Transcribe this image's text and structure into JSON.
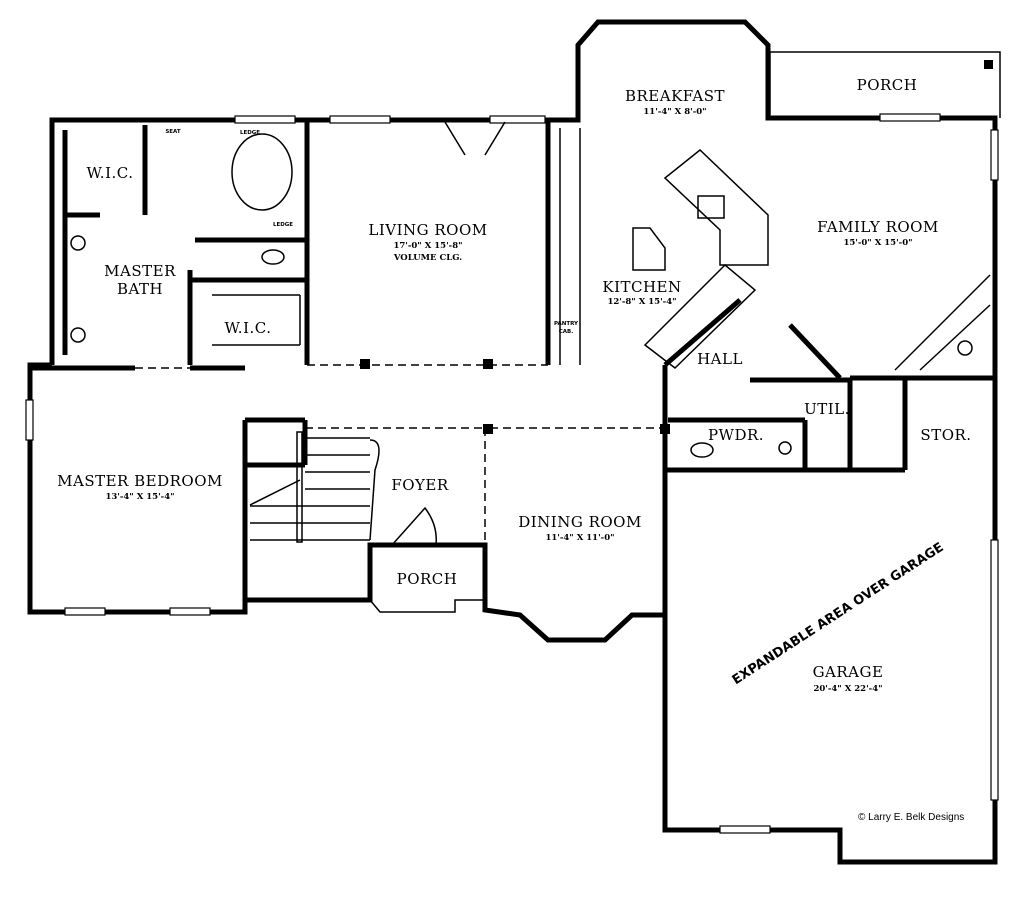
{
  "plan": {
    "rooms": {
      "breakfast": {
        "name": "BREAKFAST",
        "dims": "11'-4\" X 8'-0\""
      },
      "porch_rear": {
        "name": "PORCH"
      },
      "family_room": {
        "name": "FAMILY ROOM",
        "dims": "15'-0\" X 15'-0\""
      },
      "living_room": {
        "name": "LIVING ROOM",
        "dims": "17'-0\" X 15'-8\"",
        "note": "VOLUME CLG."
      },
      "kitchen": {
        "name": "KITCHEN",
        "dims": "12'-8\" X 15'-4\""
      },
      "wic_1": {
        "name": "W.I.C."
      },
      "wic_2": {
        "name": "W.I.C."
      },
      "master_bath": {
        "name_line1": "MASTER",
        "name_line2": "BATH"
      },
      "hall": {
        "name": "HALL"
      },
      "util": {
        "name": "UTIL."
      },
      "pwdr": {
        "name": "PWDR."
      },
      "stor": {
        "name": "STOR."
      },
      "master_bedroom": {
        "name": "MASTER BEDROOM",
        "dims": "13'-4\" X 15'-4\""
      },
      "foyer": {
        "name": "FOYER"
      },
      "dining_room": {
        "name": "DINING ROOM",
        "dims": "11'-4\" X 11'-0\""
      },
      "porch_front": {
        "name": "PORCH"
      },
      "garage": {
        "name": "GARAGE",
        "dims": "20'-4\" X 22'-4\""
      }
    },
    "small_labels": {
      "seat": "SEAT",
      "ledge_1": "LEDGE",
      "ledge_2": "LEDGE",
      "pantry_line1": "PANTRY",
      "pantry_line2": "CAB."
    },
    "expandable_note": "EXPANDABLE AREA OVER GARAGE",
    "credit": "© Larry E. Belk Designs"
  }
}
